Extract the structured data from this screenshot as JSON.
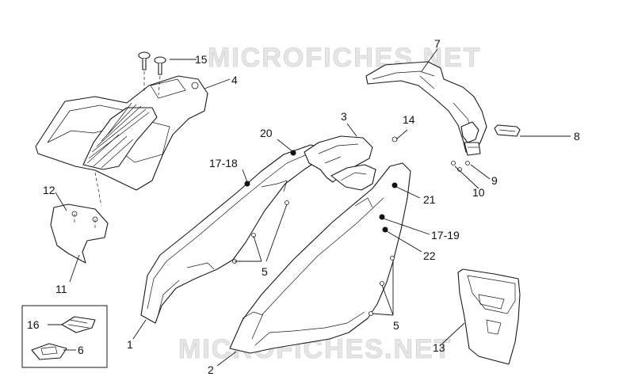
{
  "watermark": {
    "top": "MICROFICHES.NET",
    "bottom": "MICROFICHES.NET"
  },
  "callouts": {
    "c1": "1",
    "c2": "2",
    "c3": "3",
    "c4": "4",
    "c5a": "5",
    "c5b": "5",
    "c6": "6",
    "c7": "7",
    "c8": "8",
    "c9": "9",
    "c10": "10",
    "c11": "11",
    "c12": "12",
    "c13": "13",
    "c14": "14",
    "c15": "15",
    "c16": "16",
    "c17_18": "17-18",
    "c17_19": "17-19",
    "c20": "20",
    "c21": "21",
    "c22": "22"
  }
}
